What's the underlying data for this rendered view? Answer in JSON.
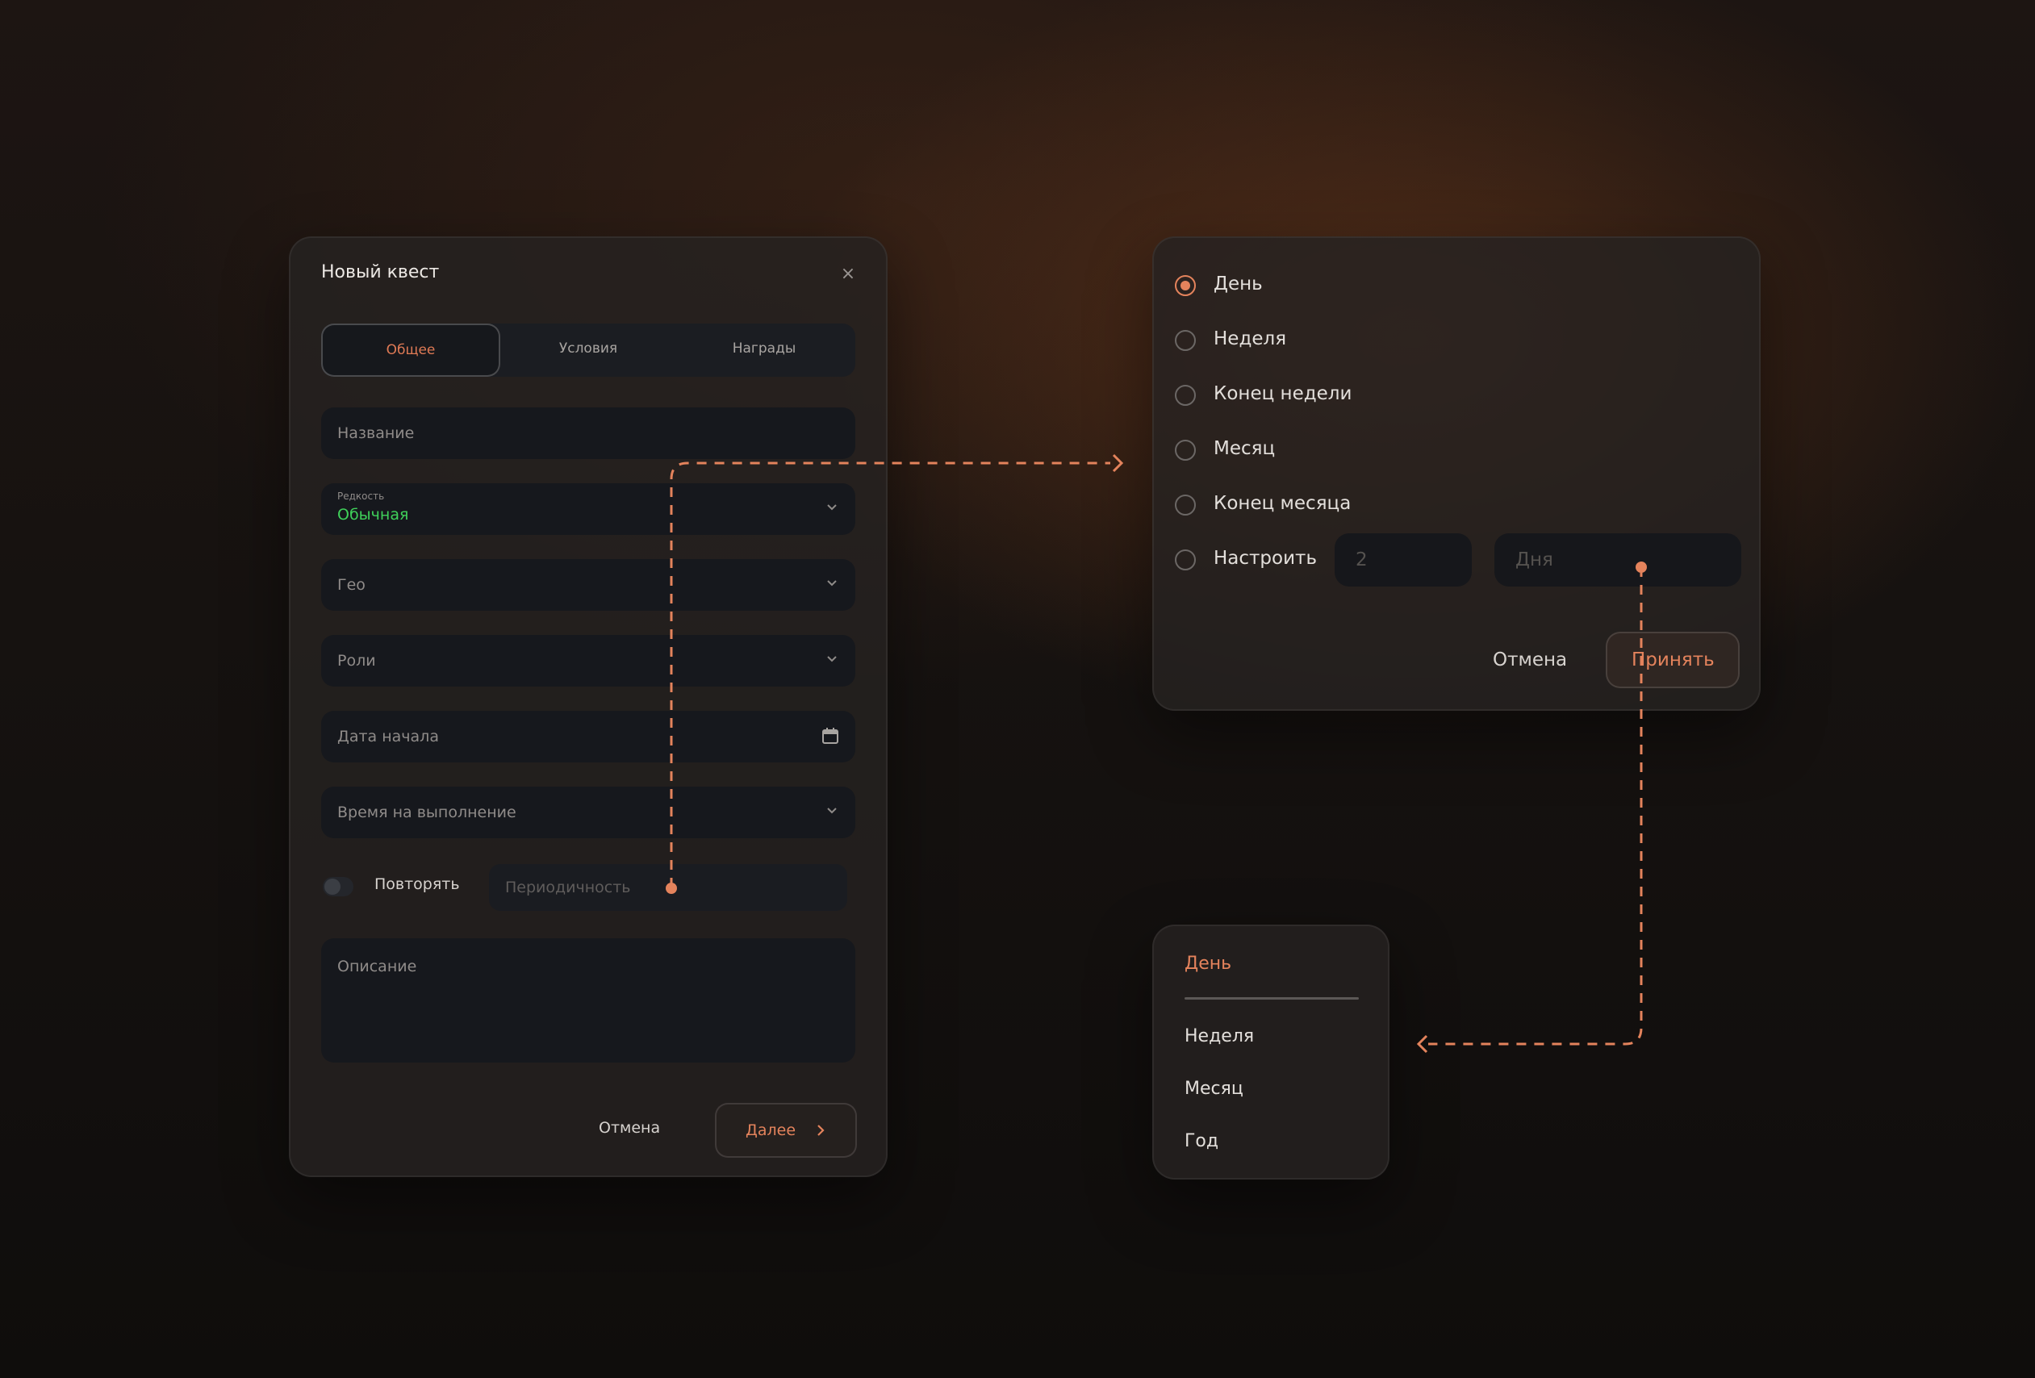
{
  "quest_dialog": {
    "title": "Новый квест",
    "tabs": [
      {
        "label": "Общее",
        "active": true
      },
      {
        "label": "Условия",
        "active": false
      },
      {
        "label": "Награды",
        "active": false
      }
    ],
    "name_placeholder": "Название",
    "rarity": {
      "label": "Редкость",
      "value": "Обычная",
      "value_color": "#3fd05a"
    },
    "geo_placeholder": "Гео",
    "roles_placeholder": "Роли",
    "start_date_placeholder": "Дата начала",
    "duration_placeholder": "Время на выполнение",
    "repeat_label": "Повторять",
    "periodicity_placeholder": "Периодичность",
    "description_placeholder": "Описание",
    "cancel_label": "Отмена",
    "next_label": "Далее"
  },
  "period_dialog": {
    "options": [
      {
        "label": "День",
        "selected": true
      },
      {
        "label": "Неделя",
        "selected": false
      },
      {
        "label": "Конец недели",
        "selected": false
      },
      {
        "label": "Месяц",
        "selected": false
      },
      {
        "label": "Конец месяца",
        "selected": false
      },
      {
        "label": "Настроить",
        "selected": false
      }
    ],
    "custom_count_placeholder": "2",
    "custom_unit_placeholder": "Дня",
    "cancel_label": "Отмена",
    "accept_label": "Принять"
  },
  "unit_dropdown": {
    "selected": "День",
    "options": [
      "Неделя",
      "Месяц",
      "Год"
    ]
  },
  "colors": {
    "accent": "#e4835c",
    "success": "#3fd05a"
  }
}
